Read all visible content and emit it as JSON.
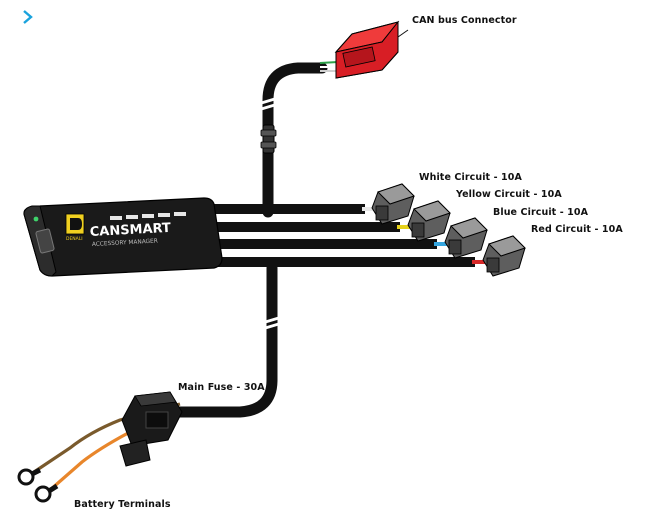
{
  "nav": {
    "chevron_icon": "chevron-right-icon",
    "chevron_color": "#1aa3dd"
  },
  "labels": {
    "can_bus": "CAN bus Connector",
    "white": "White Circuit - 10A",
    "yellow": "Yellow Circuit - 10A",
    "blue": "Blue Circuit - 10A",
    "red": "Red Circuit - 10A",
    "fuse": "Main Fuse - 30A",
    "battery": "Battery Terminals"
  },
  "device": {
    "brand": "CANSMART",
    "subtitle": "ACCESSORY MANAGER",
    "logo_badge": "DENALI"
  },
  "colors": {
    "cable": "#111111",
    "can_connector": "#d81e25",
    "connector_gray": "#6d6d6d",
    "white_wire": "#e8e8e8",
    "yellow_wire": "#e6d21a",
    "blue_wire": "#35a6e0",
    "red_wire": "#d62828",
    "battery_orange": "#e8862b",
    "battery_brown": "#7a5a2c",
    "logo_yellow": "#f0d020",
    "led_green": "#3fd46b"
  }
}
